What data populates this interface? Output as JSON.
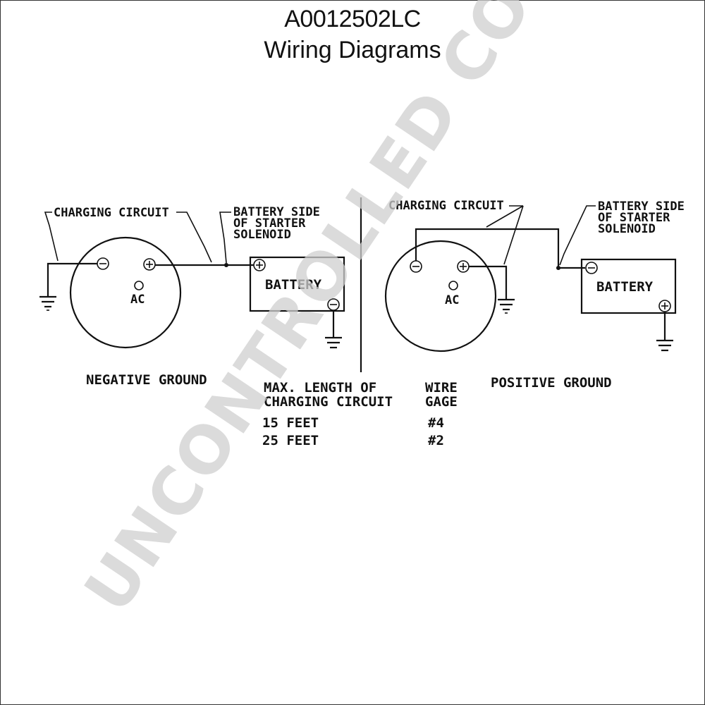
{
  "header": {
    "document_id": "A0012502LC",
    "subtitle": "Wiring Diagrams"
  },
  "negative_ground": {
    "charging_circuit_label": "CHARGING CIRCUIT",
    "battery_side_line1": "BATTERY SIDE",
    "battery_side_line2": "OF STARTER",
    "battery_side_line3": "SOLENOID",
    "ac_label": "AC",
    "battery_label": "BATTERY",
    "caption": "NEGATIVE GROUND"
  },
  "positive_ground": {
    "charging_circuit_label": "CHARGING CIRCUIT",
    "battery_side_line1": "BATTERY SIDE",
    "battery_side_line2": "OF STARTER",
    "battery_side_line3": "SOLENOID",
    "ac_label": "AC",
    "battery_label": "BATTERY",
    "caption": "POSITIVE GROUND"
  },
  "wire_table": {
    "col1_header_line1": "MAX. LENGTH OF",
    "col1_header_line2": "CHARGING CIRCUIT",
    "col2_header_line1": "WIRE",
    "col2_header_line2": "GAGE",
    "rows": [
      {
        "length": "15 FEET",
        "gage": "#4"
      },
      {
        "length": "25 FEET",
        "gage": "#2"
      }
    ]
  },
  "watermark": "UNCONTROLLED COPY"
}
